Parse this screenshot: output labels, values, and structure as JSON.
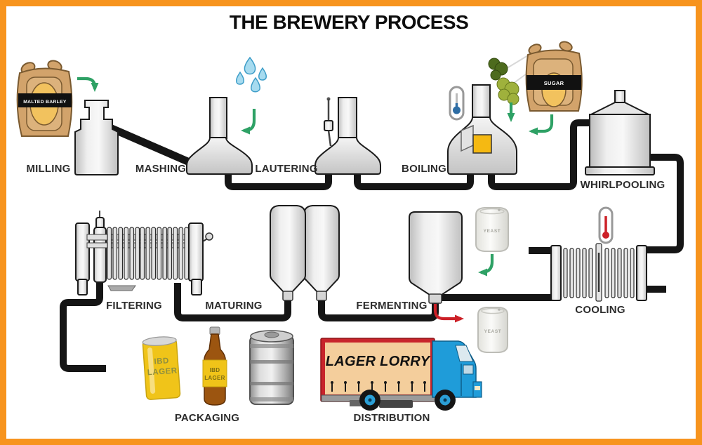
{
  "title": "THE BREWERY PROCESS",
  "stages": {
    "milling": "MILLING",
    "mashing": "MASHING",
    "lautering": "LAUTERING",
    "boiling": "BOILING",
    "whirlpooling": "WHIRLPOOLING",
    "cooling": "COOLING",
    "fermenting": "FERMENTING",
    "maturing": "MATURING",
    "filtering": "FILTERING",
    "packaging": "PACKAGING",
    "distribution": "DISTRIBUTION"
  },
  "ingredients": {
    "malted_barley_label": "MALTED BARLEY",
    "sugar_label": "SUGAR",
    "yeast_in_label": "YEAST",
    "yeast_out_label": "YEAST"
  },
  "packaging_items": {
    "can_line1": "IBD",
    "can_line2": "LAGER",
    "bottle_line1": "IBD",
    "bottle_line2": "LAGER"
  },
  "distribution_items": {
    "truck_signage": "LAGER LORRY"
  },
  "colors": {
    "border_orange": "#F7941E",
    "pipe_black": "#151515",
    "arrow_green": "#2EA165",
    "arrow_red": "#CC2027",
    "sack_tan": "#D2A36B",
    "water_blue": "#A7DBEF",
    "hops_green": "#5A7A23",
    "hatch_yellow": "#F5B912",
    "can_yellow": "#F0C419",
    "bottle_brown": "#9C5510",
    "truck_blue": "#1F9CD9",
    "truck_red": "#C8242B",
    "curtain_tan": "#F4CE9C",
    "thermometer_cold": "#2E6DA4",
    "thermometer_hot": "#CC2027"
  }
}
